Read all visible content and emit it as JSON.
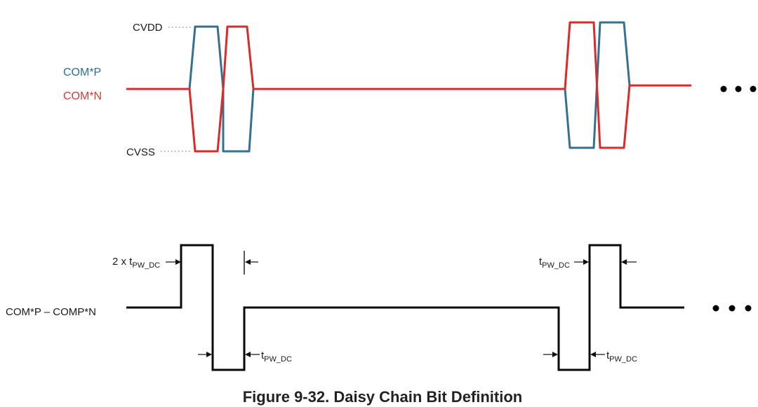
{
  "labels": {
    "cvdd": "CVDD",
    "cvss": "CVSS",
    "com_p": "COM*P",
    "com_n": "COM*N",
    "differential": "COM*P – COMP*N",
    "pulse_width_prefix": "2 x t",
    "t": "t",
    "pw_dc_sub": "PW_DC",
    "ellipsis": "• • •"
  },
  "caption": "Figure 9-32. Daisy Chain Bit Definition",
  "colors": {
    "com_p": "#36708f",
    "com_n": "#dc2a2a",
    "differential": "#0a0a0a"
  }
}
